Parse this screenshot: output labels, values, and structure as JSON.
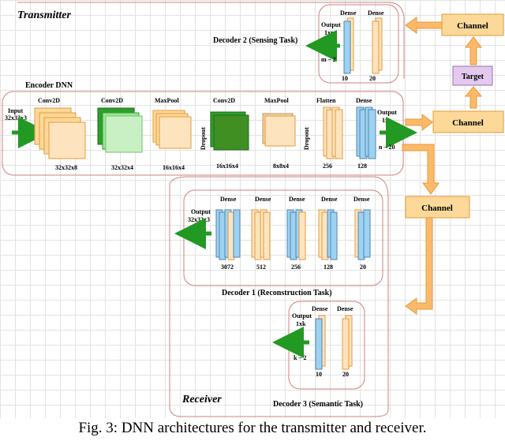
{
  "transmitter": {
    "title": "Transmitter",
    "encoder": {
      "title": "Encoder DNN",
      "input_label": "Input",
      "input_shape": "32x32x3",
      "layers": [
        {
          "type": "Conv2D",
          "size": "32x32x8"
        },
        {
          "type": "Conv2D",
          "size": "32x32x4"
        },
        {
          "type": "MaxPool",
          "size": "16x16x4"
        },
        {
          "type": "Conv2D",
          "size": "16x16x4"
        },
        {
          "type": "MaxPool",
          "size": "8x8x4"
        },
        {
          "type": "Flatten",
          "size": "256"
        },
        {
          "type": "Dense",
          "size": "128"
        }
      ],
      "dropout_label": "Dropout",
      "output_label": "Output",
      "output_shape": "1xn",
      "output_note": "n – 20"
    },
    "decoder2": {
      "title": "Decoder 2 (Sensing Task)",
      "output_label": "Output",
      "output_shape": "1xm",
      "output_note": "m – 2",
      "layers": [
        {
          "type": "Dense",
          "size": "10"
        },
        {
          "type": "Dense",
          "size": "20"
        }
      ]
    }
  },
  "channels": {
    "channel_label": "Channel",
    "target_label": "Target"
  },
  "receiver": {
    "title": "Receiver",
    "decoder1": {
      "title": "Decoder 1 (Reconstruction Task)",
      "output_label": "Output",
      "output_shape": "32x32x3",
      "layers": [
        {
          "type": "Dense",
          "size": "3072"
        },
        {
          "type": "Dense",
          "size": "512"
        },
        {
          "type": "Dense",
          "size": "256"
        },
        {
          "type": "Dense",
          "size": "128"
        },
        {
          "type": "Dense",
          "size": "20"
        }
      ]
    },
    "decoder3": {
      "title": "Decoder 3 (Semantic Task)",
      "output_label": "Output",
      "output_shape": "1xk",
      "output_note": "k – 2",
      "layers": [
        {
          "type": "Dense",
          "size": "10"
        },
        {
          "type": "Dense",
          "size": "20"
        }
      ]
    }
  },
  "colors": {
    "orange_fill": "#fcd899",
    "orange_stroke": "#e69a3a",
    "peach": "#fde4bf",
    "light_green": "#c9f0c4",
    "mid_green": "#2f9e2b",
    "dark_green": "#3f8f23",
    "blue": "#9fd2f0",
    "arrow_green": "#229922",
    "target_fill": "#e4c9ee",
    "border_red": "#d08080"
  },
  "caption": "Fig. 3: DNN architectures for the transmitter and receiver."
}
